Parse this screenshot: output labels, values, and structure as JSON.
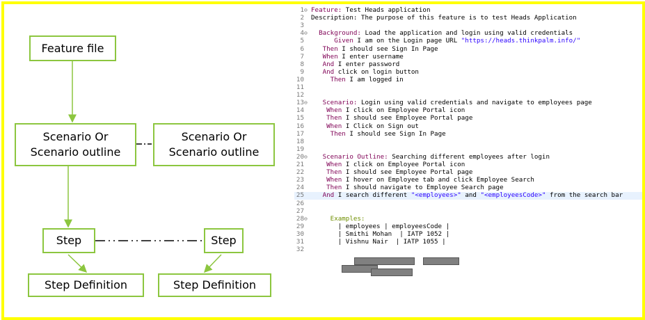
{
  "diagram": {
    "feature_file": "Feature file",
    "scenario_left": "Scenario Or\nScenario outline",
    "scenario_right": "Scenario Or\nScenario outline",
    "step_left": "Step",
    "step_right": "Step",
    "stepdef_left": "Step Definition",
    "stepdef_right": "Step Definition"
  },
  "colors": {
    "frame": "#ffff00",
    "box_border": "#8cc63f",
    "keyword": "#7f0055",
    "string": "#2a00ff",
    "examples": "#6f8f00"
  },
  "code_lines": [
    {
      "n": "1",
      "fold": "⊖",
      "kw": "Feature:",
      "rest": " Test Heads application"
    },
    {
      "n": "2",
      "text": "Description: The purpose of this feature is to test Heads Application"
    },
    {
      "n": "3",
      "text": ""
    },
    {
      "n": "4",
      "fold": "⊖",
      "indent": "  ",
      "kw": "Background:",
      "rest": " Load the application and login using valid credentials"
    },
    {
      "n": "5",
      "indent": "      ",
      "kw": "Given",
      "rest": " I am on the Login page URL ",
      "str": "\"https://heads.thinkpalm.info/\""
    },
    {
      "n": "6",
      "indent": "   ",
      "kw": "Then",
      "rest": " I should see Sign In Page"
    },
    {
      "n": "7",
      "indent": "   ",
      "kw": "When",
      "rest": " I enter username"
    },
    {
      "n": "8",
      "indent": "   ",
      "kw": "And",
      "rest": " I enter password"
    },
    {
      "n": "9",
      "indent": "   ",
      "kw": "And",
      "rest": " click on login button"
    },
    {
      "n": "10",
      "indent": "     ",
      "kw": "Then",
      "rest": " I am logged in"
    },
    {
      "n": "11",
      "text": ""
    },
    {
      "n": "12",
      "text": ""
    },
    {
      "n": "13",
      "fold": "⊖",
      "indent": "   ",
      "kw": "Scenario:",
      "rest": " Login using valid credentials and navigate to employees page"
    },
    {
      "n": "14",
      "indent": "    ",
      "kw": "When",
      "rest": " I click on Employee Portal icon"
    },
    {
      "n": "15",
      "indent": "    ",
      "kw": "Then",
      "rest": " I should see Employee Portal page"
    },
    {
      "n": "16",
      "indent": "    ",
      "kw": "When",
      "rest": " I Click on Sign out"
    },
    {
      "n": "17",
      "indent": "     ",
      "kw": "Then",
      "rest": " I should see Sign In Page"
    },
    {
      "n": "18",
      "text": ""
    },
    {
      "n": "19",
      "text": ""
    },
    {
      "n": "20",
      "fold": "⊖",
      "indent": "   ",
      "kw": "Scenario Outline:",
      "rest": " Searching different employees after login"
    },
    {
      "n": "21",
      "indent": "    ",
      "kw": "When",
      "rest": " I click on Employee Portal icon"
    },
    {
      "n": "22",
      "indent": "    ",
      "kw": "Then",
      "rest": " I should see Employee Portal page"
    },
    {
      "n": "23",
      "indent": "    ",
      "kw": "When",
      "rest": " I hover on Employee tab and click Employee Search"
    },
    {
      "n": "24",
      "indent": "    ",
      "kw": "Then",
      "rest": " I should navigate to Employee Search page"
    },
    {
      "n": "25",
      "indent": "   ",
      "kw": "And",
      "rest": " I search different ",
      "str": "\"<employees>\"",
      "rest2": " and ",
      "str2": "\"<employeesCode>\"",
      "rest3": " from the search bar",
      "current": true
    },
    {
      "n": "26",
      "text": ""
    },
    {
      "n": "27",
      "text": ""
    },
    {
      "n": "28",
      "fold": "⊖",
      "indent": "     ",
      "ex": "Examples:"
    },
    {
      "n": "29",
      "indent": "       ",
      "text": "| employees | employeesCode |"
    },
    {
      "n": "30",
      "indent": "       ",
      "text": "| Smithi Mohan  | IATP 1052 |"
    },
    {
      "n": "31",
      "indent": "       ",
      "text": "| Vishnu Nair  | IATP 1055 |"
    },
    {
      "n": "32",
      "text": ""
    }
  ]
}
